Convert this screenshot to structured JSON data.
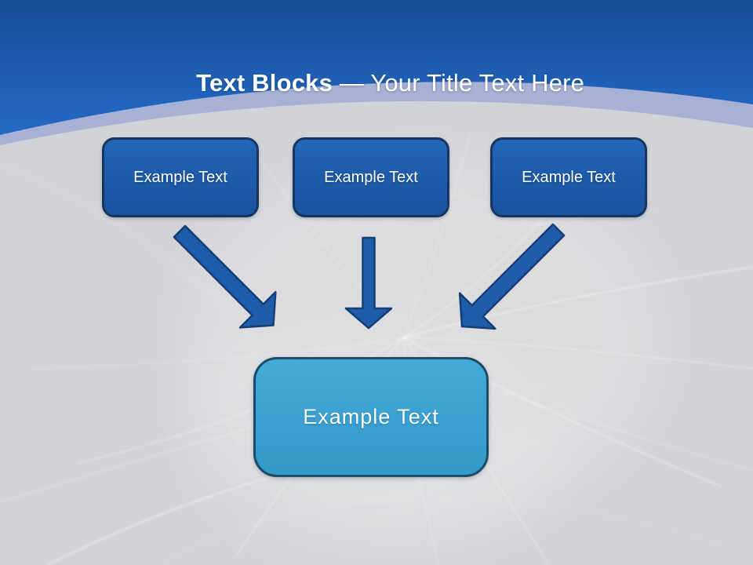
{
  "title": {
    "emphasis": "Text Blocks",
    "rest": " — Your Title Text Here"
  },
  "blocks": {
    "sources": [
      {
        "label": "Example Text"
      },
      {
        "label": "Example Text"
      },
      {
        "label": "Example Text"
      }
    ],
    "target": {
      "label": "Example Text"
    }
  },
  "colors": {
    "header_top": "#174c94",
    "header_bottom": "#2469c4",
    "dome_band": "#a6b1d5",
    "body_gray": "#d2d3d6",
    "block_fill": "#1e5aa7",
    "block_border": "#16365f",
    "arrow_fill": "#1f5caa",
    "arrow_border": "#143f75",
    "target_fill": "#3aa0d1",
    "target_border": "#1d4d66",
    "title_color": "#ffffff"
  }
}
